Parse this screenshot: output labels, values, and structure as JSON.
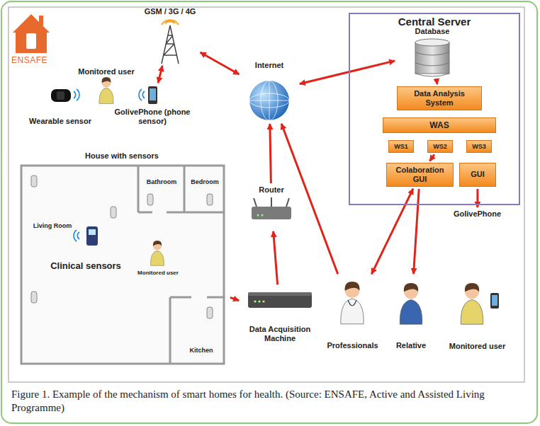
{
  "diagram": {
    "caption": "Figure 1. Example of the mechanism of smart homes for health. (Source: ENSAFE, Active and Assisted Living Programme)",
    "nodes": [
      {
        "text": [
          "GSM / 3G / 4G"
        ]
      },
      {
        "text": [
          "Monitored user"
        ]
      },
      {
        "text": [
          "Wearable sensor"
        ]
      },
      {
        "text": [
          "GolivePhone (phone sensor)"
        ]
      },
      {
        "text": [
          "Internet"
        ]
      },
      {
        "text": [
          "Central Server"
        ]
      },
      {
        "text": [
          "Database"
        ],
        "in": 5
      },
      {
        "text": [
          "Data Analysis System"
        ],
        "in": 5
      },
      {
        "text": [
          "WAS"
        ],
        "in": 5
      },
      {
        "text": [
          "WS1"
        ],
        "in": 5
      },
      {
        "text": [
          "WS2"
        ],
        "in": 5
      },
      {
        "text": [
          "WS3"
        ],
        "in": 5
      },
      {
        "text": [
          "Colaboration GUI"
        ],
        "in": 5
      },
      {
        "text": [
          "GUI"
        ],
        "in": 5
      },
      {
        "text": [
          "House with sensors"
        ]
      },
      {
        "text": [
          "Living Room"
        ],
        "in": 14
      },
      {
        "text": [
          "Bathroom"
        ],
        "in": 14
      },
      {
        "text": [
          "Bedroom"
        ],
        "in": 14
      },
      {
        "text": [
          "Kitchen"
        ],
        "in": 14
      },
      {
        "text": [
          "Clinical sensors"
        ],
        "in": 14
      },
      {
        "text": [
          "Monitored user"
        ],
        "in": 14
      },
      {
        "text": [
          "Router"
        ]
      },
      {
        "text": [
          "Data Acquisition Machine"
        ]
      },
      {
        "text": [
          "Professionals"
        ]
      },
      {
        "text": [
          "Relative"
        ]
      },
      {
        "text": [
          "GolivePhone",
          "Monitored user"
        ]
      }
    ],
    "edges": [
      {
        "from": 0,
        "to": 3,
        "arrow": "both"
      },
      {
        "from": 0,
        "to": 4,
        "arrow": "both"
      },
      {
        "from": 4,
        "to": 6,
        "arrow": "both"
      },
      {
        "from": 6,
        "to": 7,
        "arrow": "to"
      },
      {
        "from": 10,
        "to": 12,
        "arrow": "to"
      },
      {
        "from": 14,
        "to": 22,
        "arrow": "to"
      },
      {
        "from": 22,
        "to": 21,
        "arrow": "to"
      },
      {
        "from": 21,
        "to": 4,
        "arrow": "to"
      },
      {
        "from": 23,
        "to": 4,
        "arrow": "to"
      },
      {
        "from": 12,
        "to": 23,
        "arrow": "both"
      },
      {
        "from": 12,
        "to": 24,
        "arrow": "to"
      },
      {
        "from": 13,
        "to": 25,
        "arrow": "to"
      }
    ],
    "labels": [
      "ENSAFE"
    ]
  }
}
